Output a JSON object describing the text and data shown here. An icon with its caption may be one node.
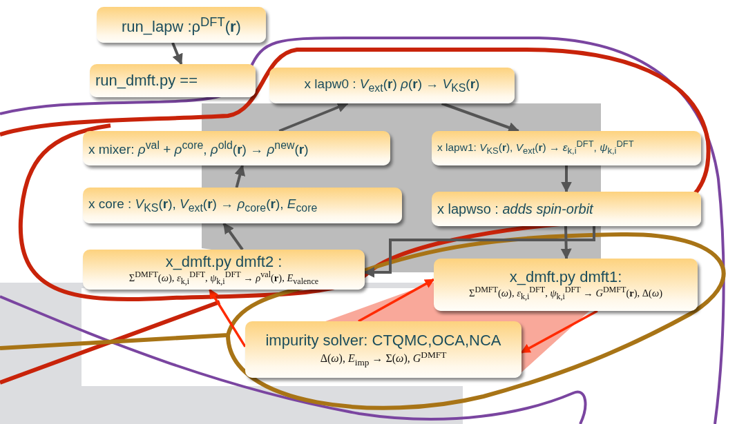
{
  "diagram": {
    "nodes": [
      {
        "text": [
          "run_lapw :ρ$^{DFT}$(**r**)"
        ]
      },
      {
        "text": [
          "run_dmft.py =="
        ]
      },
      {
        "text": [
          "x lapw0 : *V*$_{ext}$(**r**) *ρ*(**r**) → *V*$_{KS}$(**r**)"
        ]
      },
      {
        "text": [
          "x mixer: *ρ*$^{val}$ + *ρ*$^{core}$, *ρ*$^{old}$(**r**) → *ρ*$^{new}$(**r**)"
        ]
      },
      {
        "text": [
          "x lapw1: *V*$_{KS}$(**r**), *V*$_{ext}$(**r**) → *ε*$_{k,i}$$^{DFT}$, *ψ*$_{k,i}$$^{DFT}$"
        ]
      },
      {
        "text": [
          "x core : *V*$_{KS}$(**r**), *V*$_{ext}$(**r**) → *ρ*$_{core}$(**r**), *E*$_{core}$"
        ]
      },
      {
        "text": [
          "x lapwso : *adds spin-orbit*"
        ]
      },
      {
        "text": [
          "x_dmft.py dmft2 :",
          "Σ$^{DMFT}$(*ω*), *ε*$_{k,i}$$^{DFT}$, *ψ*$_{k,i}$$^{DFT}$ → *ρ*$^{val}$(**r**), *E*$_{valence}$"
        ]
      },
      {
        "text": [
          "x_dmft.py dmft1:",
          "Σ$^{DMFT}$(*ω*), *ε*$_{k,i}$$^{DFT}$, *ψ*$_{k,i}$$^{DFT}$ → *G*$^{DMFT}$(**r**), Δ(*ω*)"
        ]
      },
      {
        "text": [
          "impurity solver: CTQMC,OCA,NCA",
          "Δ(*ω*), *E*$_{imp}$ → Σ(*ω*), *G*$^{DMFT}$"
        ]
      }
    ],
    "edges": [
      {
        "from": 0,
        "to": 1,
        "arrow": "to"
      },
      {
        "from": 3,
        "to": 2,
        "arrow": "to"
      },
      {
        "from": 2,
        "to": 4,
        "arrow": "to"
      },
      {
        "from": 4,
        "to": 6,
        "arrow": "to"
      },
      {
        "from": 6,
        "to": 8,
        "arrow": "to"
      },
      {
        "from": 6,
        "to": 7,
        "arrow": "to"
      },
      {
        "from": 7,
        "to": 5,
        "arrow": "to"
      },
      {
        "from": 5,
        "to": 3,
        "arrow": "to"
      },
      {
        "from": 9,
        "to": 7,
        "arrow": "to",
        "color": "#ff2a00"
      },
      {
        "from": 9,
        "to": 8,
        "arrow": "to",
        "color": "#ff2a00"
      },
      {
        "from": 8,
        "to": 9,
        "arrow": "to",
        "color": "#ff2a00"
      }
    ]
  }
}
